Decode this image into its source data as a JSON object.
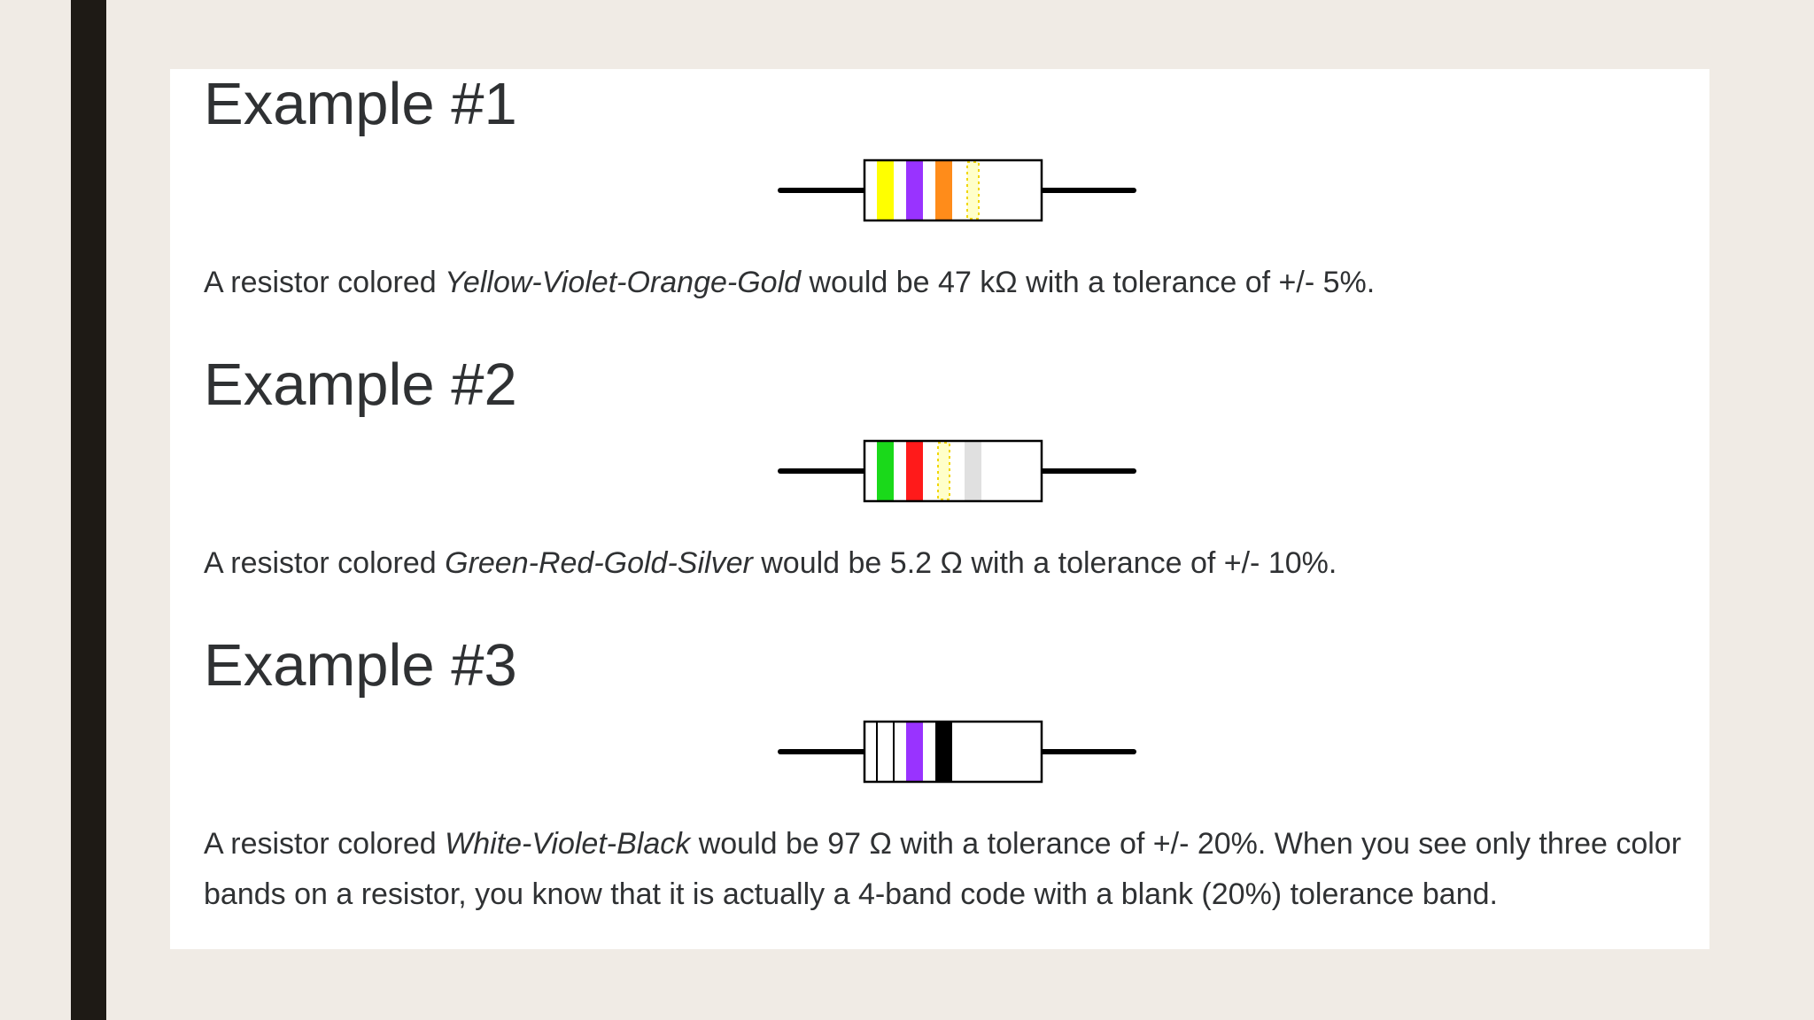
{
  "examples": [
    {
      "title": "Example #1",
      "text_prefix": "A resistor colored ",
      "color_code": "Yellow-Violet-Orange-Gold",
      "text_suffix": " would be 47 kΩ with a tolerance of +/- 5%.",
      "bands": [
        {
          "color": "#ffff00",
          "style": "solid"
        },
        {
          "color": "#9933ff",
          "style": "solid"
        },
        {
          "color": "#ff8c1a",
          "style": "solid"
        },
        {
          "color": "#ffff66",
          "style": "dotted"
        }
      ]
    },
    {
      "title": "Example #2",
      "text_prefix": "A resistor colored ",
      "color_code": "Green-Red-Gold-Silver",
      "text_suffix": " would be 5.2 Ω with a tolerance of +/- 10%.",
      "bands": [
        {
          "color": "#1ad91a",
          "style": "solid"
        },
        {
          "color": "#ff1a1a",
          "style": "solid"
        },
        {
          "color": "#ffff66",
          "style": "dotted"
        },
        {
          "color": "#e0e0e0",
          "style": "solid"
        }
      ]
    },
    {
      "title": "Example #3",
      "text_prefix": "A resistor colored ",
      "color_code": "White-Violet-Black",
      "text_suffix": " would be 97 Ω with a tolerance of +/- 20%. When you see only three color bands on a resistor, you know that it is actually a 4-band code with a blank (20%) tolerance band.",
      "bands": [
        {
          "color": "#ffffff",
          "style": "outlined"
        },
        {
          "color": "#9933ff",
          "style": "solid"
        },
        {
          "color": "#000000",
          "style": "solid"
        }
      ]
    }
  ],
  "colors": {
    "page_background": "#f0ebe5",
    "left_bar": "#1e1a15",
    "card_background": "#ffffff",
    "text": "#2f3133",
    "lead_wire": "#000000"
  }
}
